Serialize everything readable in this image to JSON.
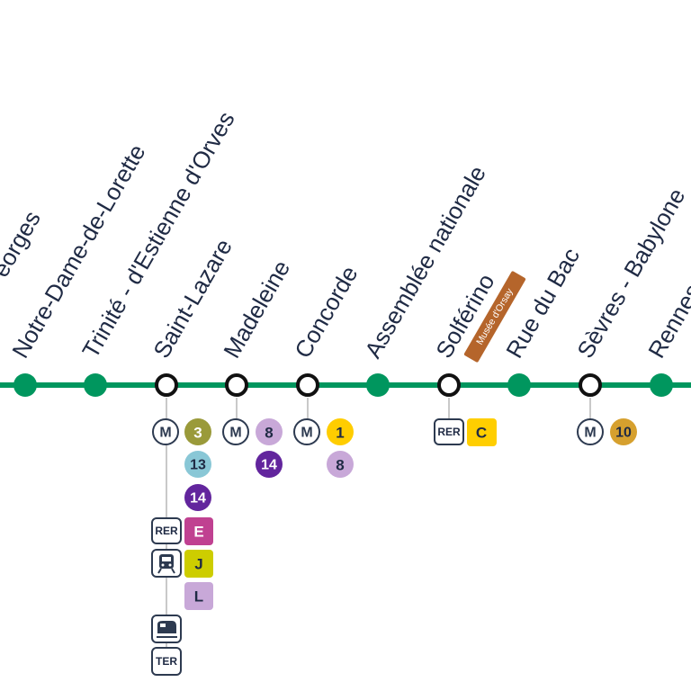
{
  "line": {
    "color": "#00965e"
  },
  "stations": [
    {
      "name": "Notre-Dame-de-Lorette",
      "type": "simple"
    },
    {
      "name": "Trinité - d'Estienne d'Orves",
      "type": "simple"
    },
    {
      "name": "Saint-Lazare",
      "type": "connection"
    },
    {
      "name": "Madeleine",
      "type": "connection"
    },
    {
      "name": "Concorde",
      "type": "connection"
    },
    {
      "name": "Assemblée nationale",
      "type": "simple"
    },
    {
      "name": "Solférino",
      "type": "connection"
    },
    {
      "name": "Rue du Bac",
      "type": "simple"
    },
    {
      "name": "Sèvres - Babylone",
      "type": "connection"
    },
    {
      "name": "Rennes",
      "type": "simple"
    }
  ],
  "partial_station": {
    "name": "Saint-Georges",
    "visible_text": "eorges"
  },
  "museum_label": {
    "text": "Musée d'Orsay",
    "color": "#b5652b"
  },
  "connections": {
    "saint_lazare": {
      "metro_symbol": "M",
      "metro_lines": [
        {
          "label": "3",
          "color": "#9a9a3a",
          "text_color": "#ffffff"
        },
        {
          "label": "13",
          "color": "#89c7d6",
          "text_color": "#1f2a44"
        },
        {
          "label": "14",
          "color": "#62259d",
          "text_color": "#ffffff"
        }
      ],
      "rer_symbol": "RER",
      "rer_lines": [
        {
          "label": "E",
          "color": "#c04191",
          "text_color": "#ffffff"
        }
      ],
      "train_icon": "train-icon",
      "transilien_lines": [
        {
          "label": "J",
          "color": "#cdcd00",
          "text_color": "#1f2a44"
        },
        {
          "label": "L",
          "color": "#c8a8d8",
          "text_color": "#1f2a44"
        }
      ],
      "ter_icon": "ter-train-icon",
      "ter_symbol": "TER"
    },
    "madeleine": {
      "metro_symbol": "M",
      "metro_lines": [
        {
          "label": "8",
          "color": "#c8a8d8",
          "text_color": "#1f2a44"
        },
        {
          "label": "14",
          "color": "#62259d",
          "text_color": "#ffffff"
        }
      ]
    },
    "concorde": {
      "metro_symbol": "M",
      "metro_lines": [
        {
          "label": "1",
          "color": "#ffcd00",
          "text_color": "#1f2a44"
        },
        {
          "label": "8",
          "color": "#c8a8d8",
          "text_color": "#1f2a44"
        }
      ]
    },
    "solferino": {
      "rer_symbol": "RER",
      "rer_lines": [
        {
          "label": "C",
          "color": "#ffce00",
          "text_color": "#1f2a44"
        }
      ]
    },
    "sevres_babylone": {
      "metro_symbol": "M",
      "metro_lines": [
        {
          "label": "10",
          "color": "#d6a02e",
          "text_color": "#1f2a44"
        }
      ]
    }
  }
}
